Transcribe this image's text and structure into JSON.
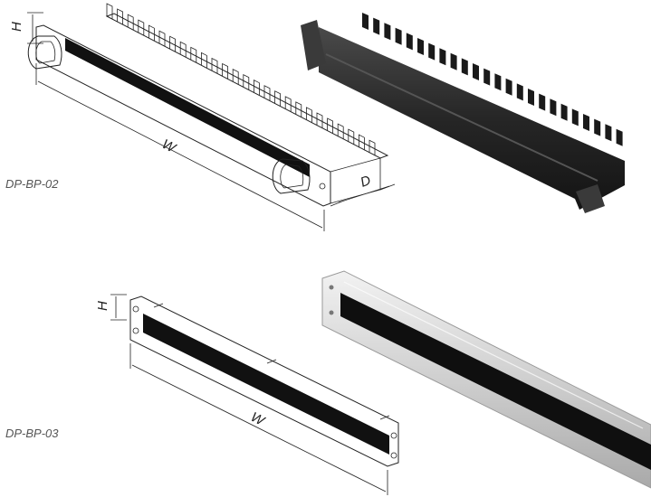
{
  "products": [
    {
      "model": "DP-BP-02",
      "dimensions": {
        "height": "H",
        "width": "W",
        "depth": "D"
      }
    },
    {
      "model": "DP-BP-03",
      "dimensions": {
        "height": "H",
        "width": "W"
      }
    }
  ],
  "colors": {
    "drawing_line": "#222222",
    "brush_strip": "#111111",
    "photo_dark": "#2a2a2a",
    "photo_silver": "#cfcfcf",
    "label_gray": "#555555"
  }
}
